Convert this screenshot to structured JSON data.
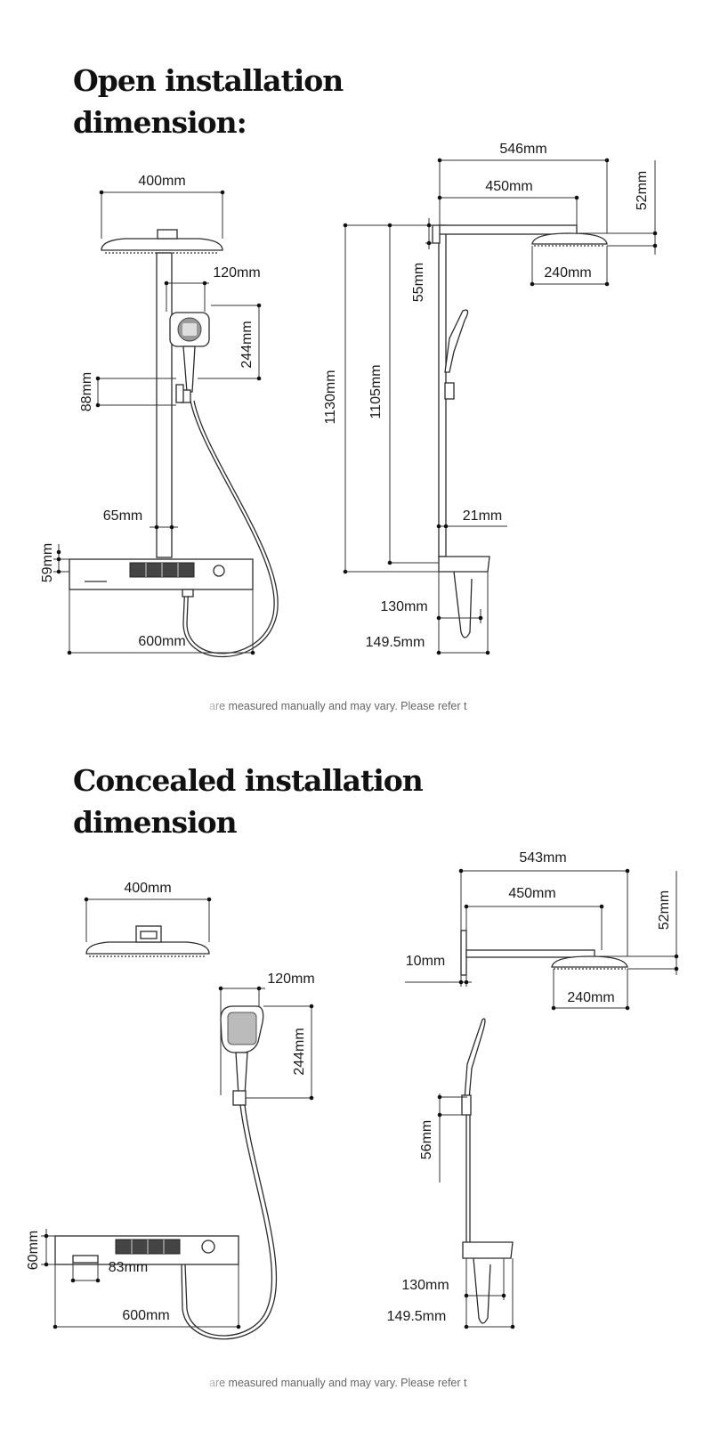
{
  "sections": {
    "open": {
      "title_line1": "Open installation",
      "title_line2": "dimension:",
      "note": "are measured manually and may vary. Please refer t",
      "dims": {
        "d546": "546mm",
        "d400": "400mm",
        "d450": "450mm",
        "d52": "52mm",
        "d120": "120mm",
        "d55": "55mm",
        "d240": "240mm",
        "d244": "244mm",
        "d1130": "1130mm",
        "d1105": "1105mm",
        "d88": "88mm",
        "d65": "65mm",
        "d21": "21mm",
        "d59": "59mm",
        "d130": "130mm",
        "d600": "600mm",
        "d149_5": "149.5mm"
      }
    },
    "concealed": {
      "title_line1": "Concealed installation",
      "title_line2": "dimension",
      "note": "are measured manually and may vary. Please refer t",
      "dims": {
        "d543": "543mm",
        "d400": "400mm",
        "d450": "450mm",
        "d52": "52mm",
        "d10": "10mm",
        "d240": "240mm",
        "d120": "120mm",
        "d244": "244mm",
        "d56": "56mm",
        "d60": "60mm",
        "d83": "83mm",
        "d130": "130mm",
        "d600": "600mm",
        "d149_5": "149.5mm"
      }
    }
  }
}
